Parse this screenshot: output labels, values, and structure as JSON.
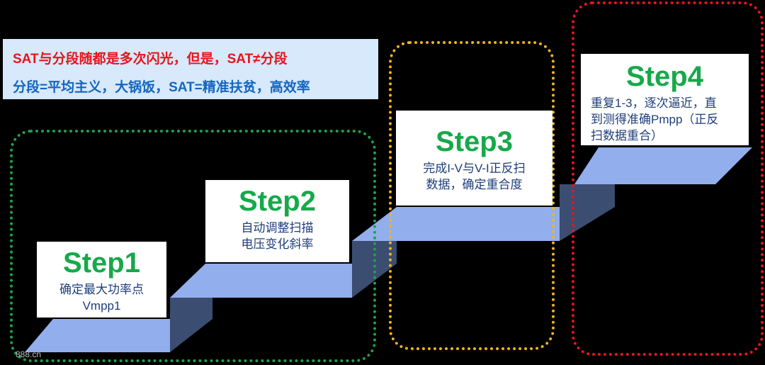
{
  "note": {
    "line1": "SAT与分段随都是多次闪光，但是，SAT≠分段",
    "line2": "分段=平均主义，大锅饭，SAT=精准扶贫，高效率",
    "line1_color": "#E8141C",
    "line2_color": "#1565C0"
  },
  "steps": [
    {
      "title": "Step1",
      "desc_lines": [
        "确定最大功率点",
        "Vmpp1"
      ]
    },
    {
      "title": "Step2",
      "desc_lines": [
        "自动调整扫描",
        "电压变化斜率"
      ]
    },
    {
      "title": "Step3",
      "desc_lines": [
        "完成I-V与V-I正反扫",
        "数据，确定重合度"
      ]
    },
    {
      "title": "Step4",
      "desc_lines": [
        "重复1-3，逐次逼近，直",
        "到测得准确Pmpp（正反",
        "扫数据重合）"
      ]
    }
  ],
  "frames": {
    "step1_2": "#1FA24A",
    "step3": "#F2B51A",
    "step4": "#E8141C"
  },
  "colors": {
    "background": "#000000",
    "tread_top": "#92AEEC",
    "riser_side": "#3C4D72",
    "step_title": "#16A94A",
    "step_desc": "#1E3E7A",
    "card_bg": "#FFFFFF"
  },
  "watermark": "888.cn"
}
